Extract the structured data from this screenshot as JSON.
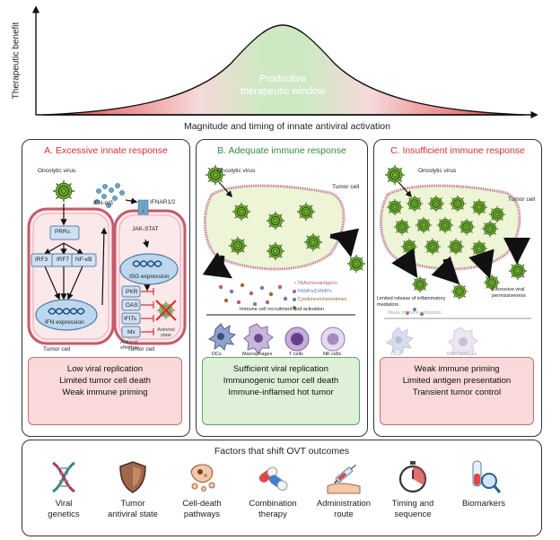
{
  "curve": {
    "ylabel": "Therapeutic benefit",
    "xlabel": "Magnitude and timing of innate antiviral activation",
    "window_line1": "Productive",
    "window_line2": "therapeutic window"
  },
  "panelA": {
    "title": "A. Excessive innate response",
    "virus": "Oncolytic virus",
    "ifn": "IFN-α/β",
    "ifnar": "IFNAR1/2",
    "prrs": "PRRs",
    "irf3": "IRF3",
    "irf7": "IRF7",
    "nfkb": "NF-κB",
    "ifn_expression": "IFN expression",
    "jakstat": "JAK-STAT",
    "isg": "ISG expression",
    "effectors": [
      "PKR",
      "OAS",
      "IFITs",
      "Mx"
    ],
    "antiviral_effectors": "Antiviral effectors",
    "antiviral_state": "Antiviral state",
    "tumor_cell_1": "Tumor cell",
    "tumor_cell_2": "Tumor cell",
    "outcome": [
      "Low viral replication",
      "Limited tumor cell death",
      "Weak immune priming"
    ]
  },
  "panelB": {
    "title": "B. Adequate immune response",
    "virus": "Oncolytic virus",
    "tumor_cell": "Tumor cell",
    "legend": [
      "TAAs/neoantigens",
      "PAMPs/DAMPs",
      "Cytokines/chemokines"
    ],
    "recruitment": "Immune cell recruitment and activation",
    "cells": [
      "DCs",
      "Macrophages",
      "T cells",
      "NK cells"
    ],
    "outcome": [
      "Sufficient viral replication",
      "Immunogenic tumor cell death",
      "Immune-inflamed hot tumor"
    ]
  },
  "panelC": {
    "title": "C. Insufficient immune response",
    "virus": "Oncolytic virus",
    "tumor_cell": "Tumor cell",
    "mediators": "Limited release of inflammatory mediators",
    "permissiveness": "Excessive viral permissiveness",
    "weak_activation": "Weak immune activation",
    "cells": [
      "DCs",
      "Macrophages"
    ],
    "outcome": [
      "Weak immune priming",
      "Limited antigen presentation",
      "Transient tumor control"
    ]
  },
  "factors": {
    "title": "Factors that shift OVT outcomes",
    "items": [
      {
        "label1": "Viral",
        "label2": "genetics",
        "icon": "dna-icon"
      },
      {
        "label1": "Tumor",
        "label2": "antiviral state",
        "icon": "shield-icon"
      },
      {
        "label1": "Cell-death",
        "label2": "pathways",
        "icon": "dying-cell-icon"
      },
      {
        "label1": "Combination",
        "label2": "therapy",
        "icon": "pills-icon"
      },
      {
        "label1": "Administration",
        "label2": "route",
        "icon": "syringe-arm-icon"
      },
      {
        "label1": "Timing and",
        "label2": "sequence",
        "icon": "stopwatch-icon"
      },
      {
        "label1": "Biomarkers",
        "label2": "",
        "icon": "test-tube-magnifier-icon"
      }
    ]
  },
  "colors": {
    "excess": "#d03030",
    "adequate": "#2e8b3e",
    "insufficient": "#d03030",
    "outcome_red_bg": "#f9d9d9",
    "outcome_green_bg": "#dff0d8",
    "virus": "#7bb33a"
  }
}
